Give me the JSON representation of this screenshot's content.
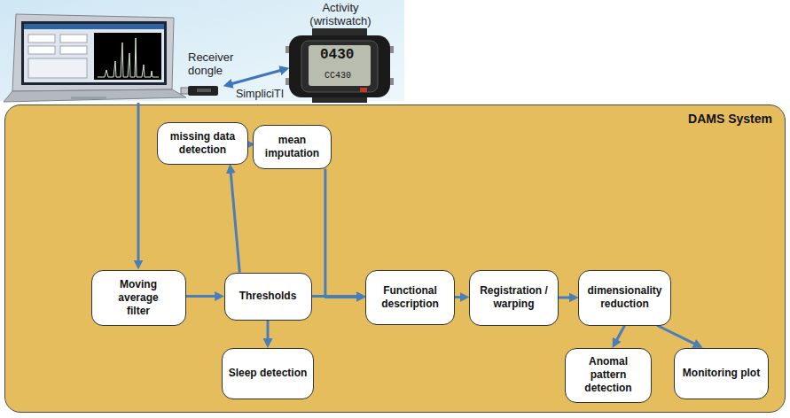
{
  "diagram": {
    "nodes": [
      {
        "text": [
          "DAMS System"
        ]
      },
      {
        "text": [
          "missing data detection"
        ],
        "in": 0
      },
      {
        "text": [
          "mean imputation"
        ],
        "in": 0
      },
      {
        "text": [
          "Moving average filter"
        ],
        "in": 0
      },
      {
        "text": [
          "Thresholds"
        ],
        "in": 0
      },
      {
        "text": [
          "Functional description"
        ],
        "in": 0
      },
      {
        "text": [
          "Registration / warping"
        ],
        "in": 0
      },
      {
        "text": [
          "dimensionality reduction"
        ],
        "in": 0
      },
      {
        "text": [
          "Sleep detection"
        ],
        "in": 0
      },
      {
        "text": [
          "Anomal pattern detection"
        ],
        "in": 0
      },
      {
        "text": [
          "Monitoring plot"
        ],
        "in": 0
      }
    ],
    "edges": [
      {
        "from": 3,
        "to": 4,
        "arrow": "to"
      },
      {
        "from": 4,
        "to": 1,
        "arrow": "to"
      },
      {
        "from": 1,
        "to": 2,
        "arrow": "to"
      },
      {
        "from": 2,
        "to": 5,
        "arrow": "to"
      },
      {
        "from": 4,
        "to": 5,
        "arrow": "to"
      },
      {
        "from": 4,
        "to": 8,
        "arrow": "to"
      },
      {
        "from": 5,
        "to": 6,
        "arrow": "to"
      },
      {
        "from": 6,
        "to": 7,
        "arrow": "to"
      },
      {
        "from": 7,
        "to": 9,
        "arrow": "to"
      },
      {
        "from": 7,
        "to": 10,
        "arrow": "to"
      }
    ],
    "labels": [
      "Receiver dongle",
      "SimpliciTI",
      "Activity (wristwatch)",
      "0430",
      "CC430"
    ]
  }
}
